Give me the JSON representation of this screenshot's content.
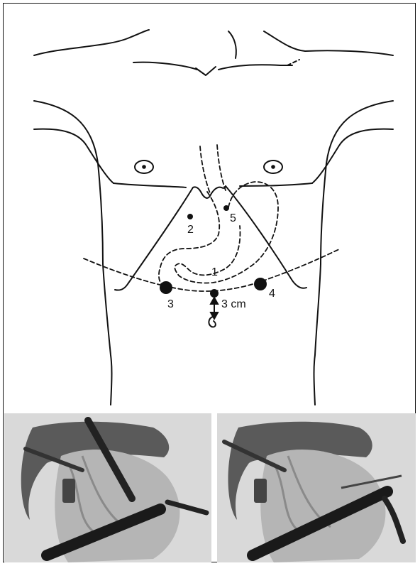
{
  "figure": {
    "port_labels": {
      "p1": "1",
      "p2": "2",
      "p3": "3",
      "p4": "4",
      "p5": "5"
    },
    "distance_label": "3 cm"
  },
  "colors": {
    "ink": "#111111",
    "paper": "#ffffff",
    "photo_bg": "#d4d4d4"
  },
  "panels": {
    "left": {
      "depicts": "surgical-illustration-instruments-stomach"
    },
    "right": {
      "depicts": "surgical-illustration-stapler-stomach"
    }
  }
}
